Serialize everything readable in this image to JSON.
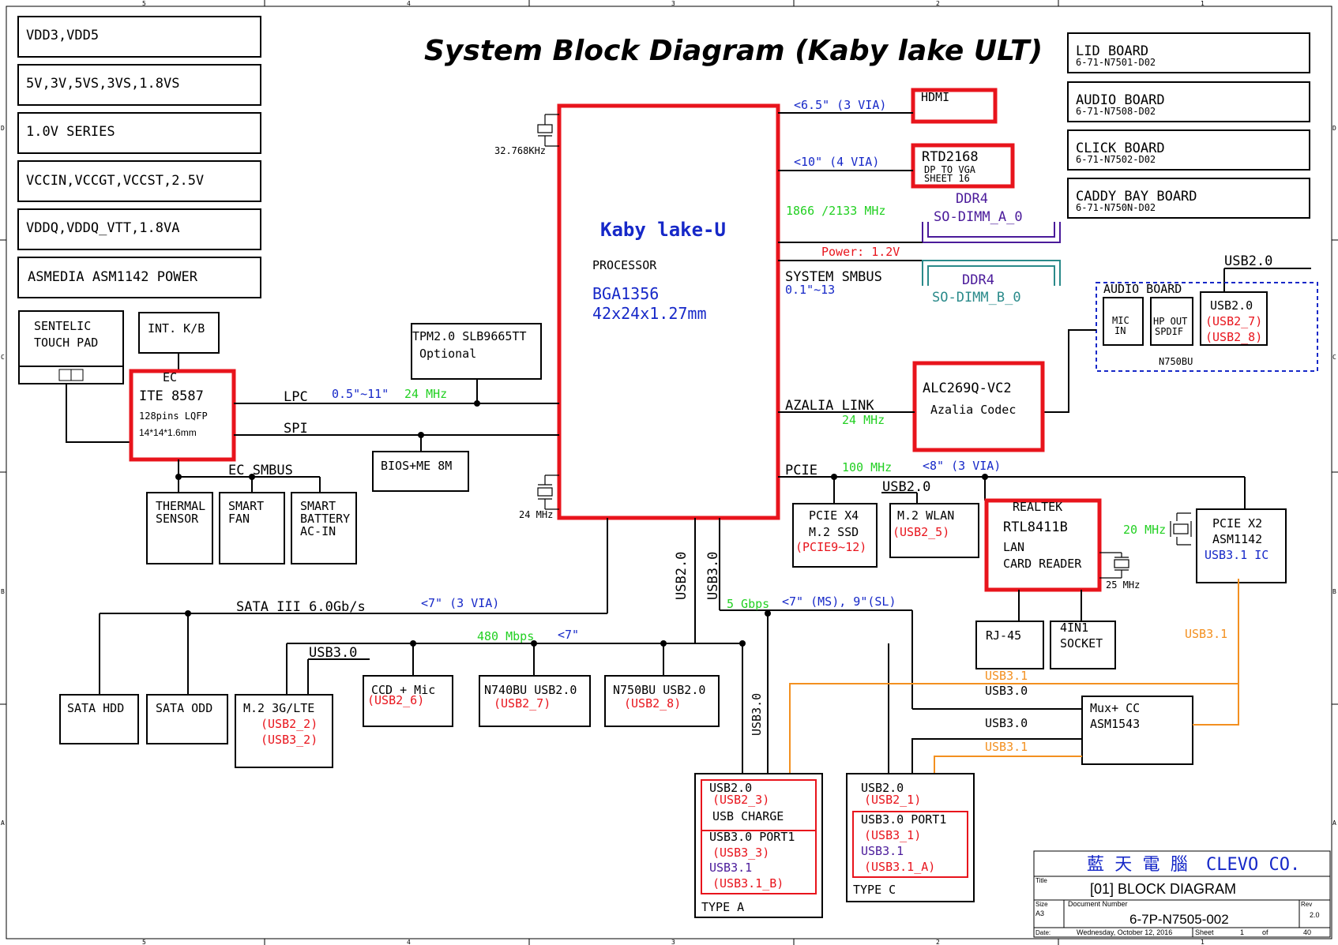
{
  "title": "System Block Diagram (Kaby lake ULT)",
  "power_boxes": [
    "VDD3,VDD5",
    "5V,3V,5VS,3VS,1.8VS",
    "1.0V SERIES",
    "VCCIN,VCCGT,VCCST,2.5V",
    "VDDQ,VDDQ_VTT,1.8VA",
    "ASMEDIA ASM1142 POWER"
  ],
  "boards": [
    {
      "name": "LID BOARD",
      "part": "6-71-N7501-D02"
    },
    {
      "name": "AUDIO BOARD",
      "part": "6-71-N7508-D02"
    },
    {
      "name": "CLICK BOARD",
      "part": "6-71-N7502-D02"
    },
    {
      "name": "CADDY BAY BOARD",
      "part": "6-71-N750N-D02"
    }
  ],
  "cpu": {
    "name": "Kaby lake-U",
    "type": "PROCESSOR",
    "pkg": "BGA1356",
    "size": "42x24x1.27mm",
    "xtal1": "32.768KHz",
    "xtal2": "24 MHz"
  },
  "hdmi": {
    "label": "HDMI",
    "trace": "<6.5\" (3 VIA)"
  },
  "rtd": {
    "label": "RTD2168",
    "sub": "DP TO VGA",
    "sheet": "SHEET 16",
    "trace": "<10\" (4 VIA)"
  },
  "ddr": {
    "freq": "1866 /2133 MHz",
    "power": "Power: 1.2V",
    "a_title": "DDR4",
    "a_slot": "SO-DIMM_A_0",
    "b_title": "DDR4",
    "b_slot": "SO-DIMM_B_0",
    "smbus": "SYSTEM SMBUS",
    "smbus_trace": "0.1\"~13"
  },
  "audio_sub": {
    "title": "AUDIO BOARD",
    "mic": "MIC",
    "mic2": "IN",
    "hp": "HP OUT",
    "hp2": "SPDIF",
    "usb": "USB2.0",
    "usb_a": "(USB2_7)",
    "usb_b": "(USB2_8)",
    "model": "N750BU",
    "usb_top": "USB2.0"
  },
  "codec": {
    "name": "ALC269Q-VC2",
    "desc": "Azalia Codec",
    "link": "AZALIA LINK",
    "freq": "24 MHz"
  },
  "ec": {
    "tag": "EC",
    "name": "ITE 8587",
    "pins": "128pins LQFP",
    "dim": "14*14*1.6mm",
    "lpc": "LPC",
    "lpc_trace": "0.5\"~11\"",
    "lpc_freq": "24 MHz",
    "spi": "SPI",
    "smbus": "EC SMBUS"
  },
  "touchpad": {
    "l1": "SENTELIC",
    "l2": "TOUCH PAD"
  },
  "kb": {
    "label": "INT. K/B"
  },
  "tpm": {
    "l1": "TPM2.0 SLB9665TT",
    "l2": "Optional"
  },
  "bios": {
    "label": "BIOS+ME 8M"
  },
  "thermal": {
    "l1": "THERMAL",
    "l2": "SENSOR"
  },
  "fan": {
    "l1": "SMART",
    "l2": "FAN"
  },
  "battery": {
    "l1": "SMART",
    "l2": "BATTERY",
    "l3": "AC-IN"
  },
  "pcie": {
    "label": "PCIE",
    "freq": "100 MHz",
    "trace": "<8\" (3 VIA)",
    "usb20": "USB2.0"
  },
  "ssd": {
    "l1": "PCIE X4",
    "l2": "M.2 SSD",
    "l3": "(PCIE9~12)"
  },
  "wlan": {
    "l1": "M.2 WLAN",
    "l2": "(USB2_5)"
  },
  "realtek": {
    "l1": "REALTEK",
    "l2": "RTL8411B",
    "l3": "LAN",
    "l4": "CARD READER",
    "freq": "20 MHz",
    "xfreq": "25 MHz"
  },
  "asm1142": {
    "l1": "PCIE X2",
    "l2": "ASM1142",
    "l3": "USB3.1 IC"
  },
  "rj45": {
    "label": "RJ-45"
  },
  "socket": {
    "l1": "4IN1",
    "l2": "SOCKET"
  },
  "sata": {
    "label": "SATA III 6.0Gb/s",
    "trace": "<7\" (3 VIA)",
    "hdd": "SATA HDD",
    "odd": "SATA ODD"
  },
  "lte": {
    "l1": "M.2 3G/LTE",
    "l2": "(USB2_2)",
    "l3": "(USB3_2)",
    "bus": "USB3.0"
  },
  "usb_bus": {
    "freq": "480 Mbps",
    "trace": "<7\"",
    "v20": "USB2.0",
    "v30": "USB3.0",
    "gbps": "5 Gbps",
    "gtrace": "<7\" (MS), 9\"(SL)"
  },
  "ccd": {
    "l1": "CCD + Mic",
    "l2": "(USB2_6)"
  },
  "n740": {
    "l1": "N740BU USB2.0",
    "l2": "(USB2_7)"
  },
  "n750": {
    "l1": "N750BU USB2.0",
    "l2": "(USB2_8)"
  },
  "mux": {
    "l1": "Mux+ CC",
    "l2": "ASM1543",
    "usb31a": "USB3.1",
    "usb30a": "USB3.0",
    "usb30b": "USB3.0",
    "usb31b": "USB3.1",
    "usb31r": "USB3.1"
  },
  "typea": {
    "usb20": "USB2.0",
    "usb20s": "(USB2_3)",
    "charge": "USB CHARGE",
    "port": "USB3.0 PORT1",
    "port_s": "(USB3_3)",
    "usb31": "USB3.1",
    "usb31s": "(USB3.1_B)",
    "label": "TYPE A",
    "vbus": "USB3.0"
  },
  "typec": {
    "usb20": "USB2.0",
    "usb20s": "(USB2_1)",
    "port": "USB3.0 PORT1",
    "port_s": "(USB3_1)",
    "usb31": "USB3.1",
    "usb31s": "(USB3.1_A)",
    "label": "TYPE C"
  },
  "titleblock": {
    "company_cn": "藍 天 電 腦",
    "company": "CLEVO CO.",
    "title_lbl": "Title",
    "title": "[01] BLOCK DIAGRAM",
    "size_lbl": "Size",
    "size": "A3",
    "doc_lbl": "Document Number",
    "doc": "6-7P-N7505-002",
    "rev_lbl": "Rev",
    "rev": "2.0",
    "date_lbl": "Date:",
    "date": "Wednesday, October 12, 2016",
    "sheet_lbl": "Sheet",
    "sheet": "1",
    "of_lbl": "of",
    "total": "40"
  },
  "frame": {
    "top": [
      "5",
      "4",
      "3",
      "2",
      "1"
    ],
    "side": [
      "D",
      "C",
      "B",
      "A"
    ]
  },
  "colors": {
    "red": "#e8141c",
    "blue": "#1628c8",
    "green": "#22d022",
    "purple": "#4a1a9a",
    "teal": "#2a8a8a",
    "orange": "#f39020"
  }
}
